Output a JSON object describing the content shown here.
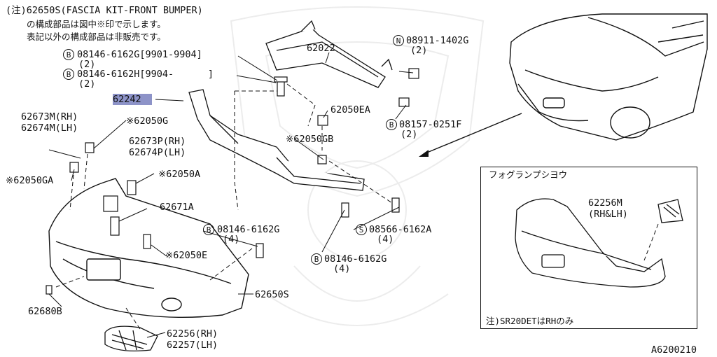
{
  "header_note": {
    "line1": "(注)62650S(FASCIA KIT-FRONT BUMPER)",
    "line2": "の構成部品は図中※印で示します。",
    "line3": "表記以外の構成部品は非販売です。"
  },
  "parts": {
    "p62022": "62022",
    "b08146_6162G": "08146-6162G[9901-9904]",
    "b08146_6162G_qty": "(2)",
    "b08146_6162H": "08146-6162H[9904-      ]",
    "b08146_6162H_qty": "(2)",
    "n08911": "08911-1402G",
    "n08911_qty": "(2)",
    "p62242": "62242",
    "p62050EA": "62050EA",
    "b08157": "08157-0251F",
    "b08157_qty": "(2)",
    "p62673M": "62673M(RH)",
    "p62674M": "62674M(LH)",
    "p62050G": "※62050G",
    "p62050GB": "※62050GB",
    "p62673P": "62673P(RH)",
    "p62674P": "62674P(LH)",
    "p62050A": "※62050A",
    "p62050GA": "※62050GA",
    "p62671A": "62671A",
    "b08146_6162G_b": "08146-6162G",
    "b08146_6162G_b_qty": "(4)",
    "s08566": "08566-6162A",
    "s08566_qty": "(4)",
    "p62050E": "※62050E",
    "b08146_6162G_c": "08146-6162G",
    "b08146_6162G_c_qty": "(4)",
    "p62680B": "62680B",
    "p62650S": "62650S",
    "p62256": "62256(RH)",
    "p62257": "62257(LH)"
  },
  "markers": {
    "B": "B",
    "N": "N",
    "S": "S"
  },
  "inset": {
    "title": "フォグランプシヨウ",
    "part": "62256M",
    "part_qty": "(RH&LH)",
    "note": "注)SR20DETはRHのみ"
  },
  "diagram_id": "A6200210",
  "colors": {
    "highlight": "#8d93c8",
    "ink": "#111111"
  }
}
